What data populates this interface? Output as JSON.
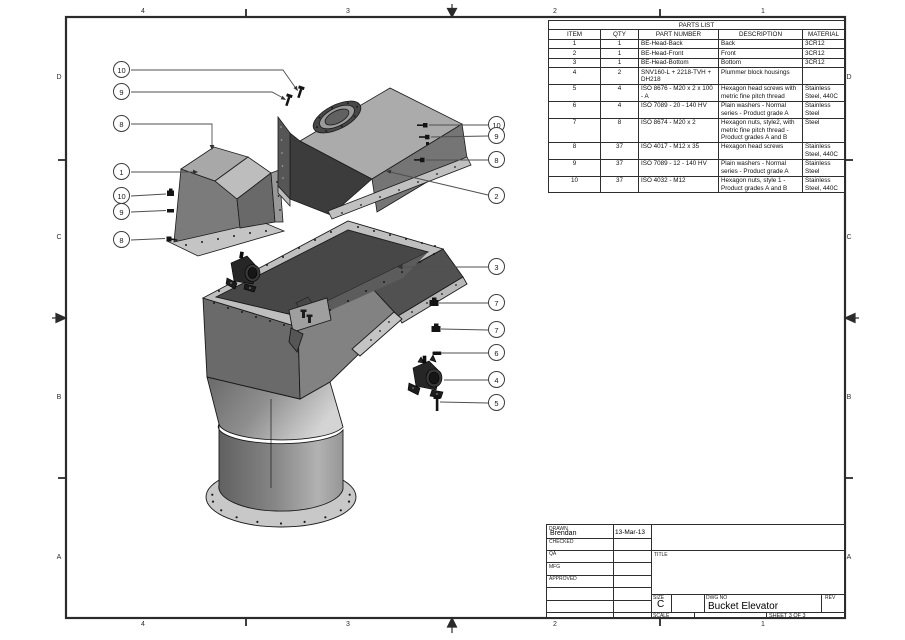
{
  "sheet": {
    "zones_top": [
      "4",
      "3",
      "2",
      "1"
    ],
    "zones_bottom": [
      "4",
      "3",
      "2",
      "1"
    ],
    "zones_left": [
      "D",
      "C",
      "B",
      "A"
    ],
    "zones_right": [
      "D",
      "C",
      "B",
      "A"
    ]
  },
  "colors": {
    "line_color": "#1a1a1a",
    "paper_color": "#ffffff"
  },
  "parts_list": {
    "title": "PARTS LIST",
    "columns": [
      "ITEM",
      "QTY",
      "PART NUMBER",
      "DESCRIPTION",
      "MATERIAL"
    ],
    "rows": [
      {
        "item": "1",
        "qty": "1",
        "part_number": "BE-Head-Back",
        "description": "Back",
        "material": "3CR12"
      },
      {
        "item": "2",
        "qty": "1",
        "part_number": "BE-Head-Front",
        "description": "Front",
        "material": "3CR12"
      },
      {
        "item": "3",
        "qty": "1",
        "part_number": "BE-Head-Bottom",
        "description": "Bottom",
        "material": "3CR12"
      },
      {
        "item": "4",
        "qty": "2",
        "part_number": "SNV160-L + 2218-TVH + DH218",
        "description": "Plummer block housings",
        "material": ""
      },
      {
        "item": "5",
        "qty": "4",
        "part_number": "ISO 8676 - M20 x 2 x 100 - A",
        "description": "Hexagon head screws with metric fine pitch thread",
        "material": "Stainless Steel, 440C"
      },
      {
        "item": "6",
        "qty": "4",
        "part_number": "ISO 7089 - 20 - 140 HV",
        "description": "Plain washers - Normal series - Product grade A",
        "material": "Stainless Steel"
      },
      {
        "item": "7",
        "qty": "8",
        "part_number": "ISO 8674 - M20 x 2",
        "description": "Hexagon nuts, style2, with metric fine pitch thread - Product grades A and B",
        "material": "Steel"
      },
      {
        "item": "8",
        "qty": "37",
        "part_number": "ISO 4017 - M12 x 35",
        "description": "Hexagon head screws",
        "material": "Stainless Steel, 440C"
      },
      {
        "item": "9",
        "qty": "37",
        "part_number": "ISO 7089 - 12 - 140 HV",
        "description": "Plain washers - Normal series - Product grade A",
        "material": "Stainless Steel"
      },
      {
        "item": "10",
        "qty": "37",
        "part_number": "ISO 4032 - M12",
        "description": "Hexagon nuts, style 1 - Product grades A and B",
        "material": "Stainless Steel, 440C"
      }
    ]
  },
  "balloons": [
    "10",
    "9",
    "8",
    "1",
    "10",
    "9",
    "8",
    "10",
    "9",
    "8",
    "2",
    "3",
    "7",
    "7",
    "6",
    "4",
    "5"
  ],
  "title_block": {
    "drawn_label": "DRAWN",
    "drawn_value": "Brendan",
    "drawn_date": "13-Mar-13",
    "checked_label": "CHECKED",
    "qa_label": "QA",
    "mfg_label": "MFG",
    "approved_label": "APPROVED",
    "title_label": "TITLE",
    "title_value": "",
    "size_label": "SIZE",
    "size_value": "C",
    "dwg_no_label": "DWG NO",
    "dwg_no_value": "Bucket Elevator",
    "rev_label": "REV",
    "scale_label": "SCALE",
    "sheet_label": "SHEET 3  OF 3"
  }
}
